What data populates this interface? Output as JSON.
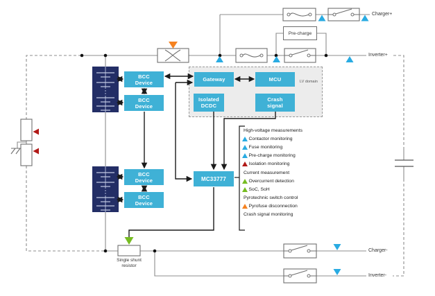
{
  "colors": {
    "teal": "#3fb1d6",
    "navy": "#232e66",
    "blue": "#29abe2",
    "red": "#b11917",
    "green": "#76bc21",
    "orange": "#f58220",
    "wire": "#8c8c8c",
    "signal": "#1a1a1a"
  },
  "nodes": {
    "bcc": {
      "line1": "BCC",
      "line2": "Device"
    },
    "gateway": "Gateway",
    "mcu": "MCU",
    "isolated_dcdc": {
      "line1": "Isolated",
      "line2": "DCDC"
    },
    "crash_signal": {
      "line1": "Crash",
      "line2": "signal"
    },
    "mc33777": "MC33777",
    "pre_charge": "Pre-charge",
    "lv_domain": "LV domain",
    "shunt": {
      "line1": "Single shunt",
      "line2": "resistor"
    }
  },
  "terminals": {
    "charger_plus": "Charger+",
    "inverter_plus": "Inverter+",
    "charger_minus": "Charger-",
    "inverter_minus": "Inverter-"
  },
  "legend": {
    "items": [
      {
        "label": "High-voltage measurements",
        "marker": null
      },
      {
        "label": "Contactor monitoring",
        "marker": "blue"
      },
      {
        "label": "Fuse monitoring",
        "marker": "blue"
      },
      {
        "label": "Pre-charge monitoring",
        "marker": "blue"
      },
      {
        "label": "Isolation monitoring",
        "marker": "red"
      },
      {
        "label": "Current measurement",
        "marker": null
      },
      {
        "label": "Overcurrent detection",
        "marker": "green"
      },
      {
        "label": "SoC, SoH",
        "marker": "green"
      },
      {
        "label": "Pyrotechnic switch control",
        "marker": null
      },
      {
        "label": "Pyrofuse disconnection",
        "marker": "orange"
      },
      {
        "label": "Crash signal monitoring",
        "marker": null
      }
    ]
  }
}
